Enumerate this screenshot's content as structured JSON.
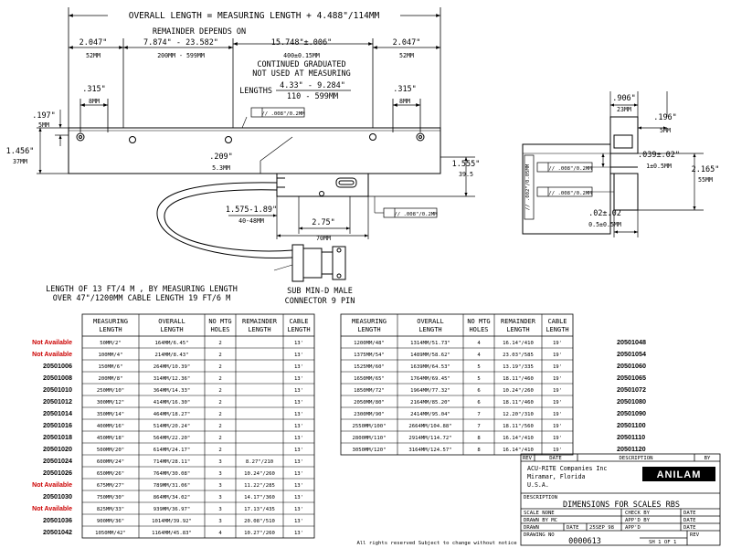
{
  "dimensions": {
    "overall_length": "OVERALL LENGTH = MEASURING LENGTH + 4.488\"/114MM",
    "remainder_depends_on": "REMAINDER DEPENDS ON",
    "end_length_in": "2.047\"",
    "end_length_mm": "52MM",
    "remainder_range_in": "7.874\" - 23.582\"",
    "remainder_range_mm": "200MM - 599MM",
    "pitch_in": "15.748\"±.006\"",
    "pitch_mm": "400±0.15MM",
    "continued_graduated": "CONTINUED GRADUATED",
    "not_used_at_measuring": "NOT USED AT MEASURING",
    "lengths_label": "LENGTHS",
    "unused_range_in": "4.33\" - 9.284\"",
    "unused_range_mm": "110 - 599MM",
    "hole_offset_in": ".315\"",
    "hole_offset_mm": "8MM",
    "flatness": "// .008\"/0.2MM",
    "mount_offset_in": ".197\"",
    "mount_offset_mm": "5MM",
    "body_height_in": "1.456\"",
    "body_height_mm": "37MM",
    "head_gap_in": ".209\"",
    "head_gap_mm": "5.3MM",
    "head_height_in": "1.555\"",
    "head_height_mm": "39.5",
    "head_offset_in": "1.575-1.89\"",
    "head_offset_mm": "40-48MM",
    "head_width_in": "2.75\"",
    "head_width_mm": "70MM"
  },
  "end_view": {
    "width_in": ".906\"",
    "width_mm": "23MM",
    "step_in": ".196\"",
    "step_mm": "5MM",
    "height_in": "2.165\"",
    "height_mm": "55MM",
    "gap_in": ".039±.02\"",
    "gap_mm": "1±0.5MM",
    "clearance_in": ".02±.02",
    "clearance_mm": "0.5±0.5MM",
    "flatness": "// .008\"/0.2MM",
    "flatness_vertical": "// .002\"/0.05MM"
  },
  "notes": {
    "cable_line_1": "LENGTH OF 13 FT/4 M , BY MEASURING LENGTH",
    "cable_line_2": "OVER 47\"/1200MM CABLE LENGTH 19 FT/6 M",
    "connector_line_1": "SUB MIN-D MALE",
    "connector_line_2": "CONNECTOR 9 PIN",
    "copyright": "All rights reserved Subject to change without notice"
  },
  "table": {
    "headers": [
      [
        "MEASURING",
        "LENGTH"
      ],
      [
        "OVERALL",
        "LENGTH"
      ],
      [
        "NO MTG",
        "HOLES"
      ],
      [
        "REMAINDER",
        "LENGTH"
      ],
      [
        "CABLE",
        "LENGTH"
      ]
    ],
    "left_rows": [
      {
        "part": "Not Available",
        "na": true,
        "measuring": "50MM/2\"",
        "overall": "164MM/6.45\"",
        "holes": "2",
        "remainder": "",
        "cable": "13'"
      },
      {
        "part": "Not Available",
        "na": true,
        "measuring": "100MM/4\"",
        "overall": "214MM/8.43\"",
        "holes": "2",
        "remainder": "",
        "cable": "13'"
      },
      {
        "part": "20501006",
        "na": false,
        "measuring": "150MM/6\"",
        "overall": "264MM/10.39\"",
        "holes": "2",
        "remainder": "",
        "cable": "13'"
      },
      {
        "part": "20501008",
        "na": false,
        "measuring": "200MM/8\"",
        "overall": "314MM/12.36\"",
        "holes": "2",
        "remainder": "",
        "cable": "13'"
      },
      {
        "part": "20501010",
        "na": false,
        "measuring": "250MM/10\"",
        "overall": "364MM/14.33\"",
        "holes": "2",
        "remainder": "",
        "cable": "13'"
      },
      {
        "part": "20501012",
        "na": false,
        "measuring": "300MM/12\"",
        "overall": "414MM/16.30\"",
        "holes": "2",
        "remainder": "",
        "cable": "13'"
      },
      {
        "part": "20501014",
        "na": false,
        "measuring": "350MM/14\"",
        "overall": "464MM/18.27\"",
        "holes": "2",
        "remainder": "",
        "cable": "13'"
      },
      {
        "part": "20501016",
        "na": false,
        "measuring": "400MM/16\"",
        "overall": "514MM/20.24\"",
        "holes": "2",
        "remainder": "",
        "cable": "13'"
      },
      {
        "part": "20501018",
        "na": false,
        "measuring": "450MM/18\"",
        "overall": "564MM/22.20\"",
        "holes": "2",
        "remainder": "",
        "cable": "13'"
      },
      {
        "part": "20501020",
        "na": false,
        "measuring": "500MM/20\"",
        "overall": "614MM/24.17\"",
        "holes": "2",
        "remainder": "",
        "cable": "13'"
      },
      {
        "part": "20501024",
        "na": false,
        "measuring": "600MM/24\"",
        "overall": "714MM/28.11\"",
        "holes": "3",
        "remainder": "8.27\"/210",
        "cable": "13'"
      },
      {
        "part": "20501026",
        "na": false,
        "measuring": "650MM/26\"",
        "overall": "764MM/30.08\"",
        "holes": "3",
        "remainder": "10.24\"/260",
        "cable": "13'"
      },
      {
        "part": "Not Available",
        "na": true,
        "measuring": "675MM/27\"",
        "overall": "789MM/31.06\"",
        "holes": "3",
        "remainder": "11.22\"/285",
        "cable": "13'"
      },
      {
        "part": "20501030",
        "na": false,
        "measuring": "750MM/30\"",
        "overall": "864MM/34.02\"",
        "holes": "3",
        "remainder": "14.17\"/360",
        "cable": "13'"
      },
      {
        "part": "Not Available",
        "na": true,
        "measuring": "825MM/33\"",
        "overall": "939MM/36.97\"",
        "holes": "3",
        "remainder": "17.13\"/435",
        "cable": "13'"
      },
      {
        "part": "20501036",
        "na": false,
        "measuring": "900MM/36\"",
        "overall": "1014MM/39.92\"",
        "holes": "3",
        "remainder": "20.08\"/510",
        "cable": "13'"
      },
      {
        "part": "20501042",
        "na": false,
        "measuring": "1050MM/42\"",
        "overall": "1164MM/45.83\"",
        "holes": "4",
        "remainder": "10.27\"/260",
        "cable": "13'"
      }
    ],
    "right_rows": [
      {
        "part": "20501048",
        "measuring": "1200MM/48\"",
        "overall": "1314MM/51.73\"",
        "holes": "4",
        "remainder": "16.14\"/410",
        "cable": "19'"
      },
      {
        "part": "20501054",
        "measuring": "1375MM/54\"",
        "overall": "1489MM/58.62\"",
        "holes": "4",
        "remainder": "23.03\"/585",
        "cable": "19'"
      },
      {
        "part": "20501060",
        "measuring": "1525MM/60\"",
        "overall": "1639MM/64.53\"",
        "holes": "5",
        "remainder": "13.19\"/335",
        "cable": "19'"
      },
      {
        "part": "20501065",
        "measuring": "1650MM/65\"",
        "overall": "1764MM/69.45\"",
        "holes": "5",
        "remainder": "18.11\"/460",
        "cable": "19'"
      },
      {
        "part": "20501072",
        "measuring": "1850MM/72\"",
        "overall": "1964MM/77.32\"",
        "holes": "6",
        "remainder": "10.24\"/260",
        "cable": "19'"
      },
      {
        "part": "20501080",
        "measuring": "2050MM/80\"",
        "overall": "2164MM/85.20\"",
        "holes": "6",
        "remainder": "18.11\"/460",
        "cable": "19'"
      },
      {
        "part": "20501090",
        "measuring": "2300MM/90\"",
        "overall": "2414MM/95.04\"",
        "holes": "7",
        "remainder": "12.20\"/310",
        "cable": "19'"
      },
      {
        "part": "20501100",
        "measuring": "2550MM/100\"",
        "overall": "2664MM/104.88\"",
        "holes": "7",
        "remainder": "18.11\"/560",
        "cable": "19'"
      },
      {
        "part": "20501110",
        "measuring": "2800MM/110\"",
        "overall": "2914MM/114.72\"",
        "holes": "8",
        "remainder": "16.14\"/410",
        "cable": "19'"
      },
      {
        "part": "20501120",
        "measuring": "3050MM/120\"",
        "overall": "3164MM/124.57\"",
        "holes": "8",
        "remainder": "16.14\"/410",
        "cable": "19'"
      }
    ]
  },
  "title_block": {
    "rev_label": "REV",
    "date_label": "DATE",
    "description_label": "DESCRIPTION",
    "by_label": "BY",
    "company": "ACU-RITE Companies Inc",
    "city": "Miramar, Florida",
    "country": "U.S.A.",
    "logo": "ANILAM",
    "description_field": "DESCRIPTION",
    "drawing_title": "DIMENSIONS FOR SCALES RBS",
    "scale_label": "SCALE  NONE",
    "check_by_label": "CHECK BY",
    "date_short": "DATE",
    "drawn_by_label": "DRAWN BY  MC",
    "approved_by_label": "APP'D BY",
    "drawn_date_label": "DRAWN",
    "drawn_date": "25SEP 98",
    "approved_date_label": "APP'D",
    "drawing_no_label": "DRAWING NO",
    "drawing_number": "0000613",
    "sheet": "SH  1 OF 1"
  },
  "colors": {
    "not_available": "#cc0000",
    "ink": "#000000"
  }
}
